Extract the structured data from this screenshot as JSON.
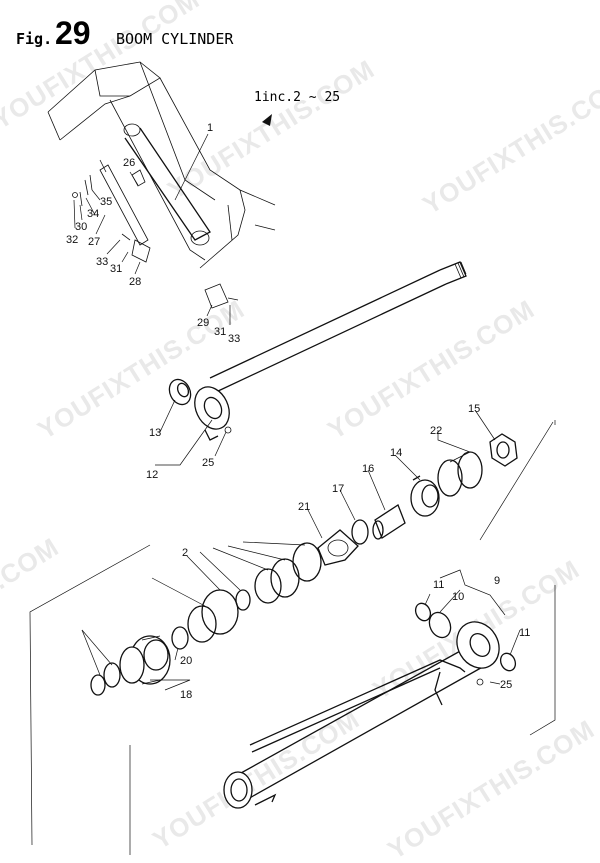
{
  "header": {
    "prefix": "Fig.",
    "number": "29",
    "title": "BOOM CYLINDER"
  },
  "note": "1inc.2 ~ 25",
  "watermark": "YOUFIXTHIS.COM",
  "watermark_partial": ".COM",
  "labels": {
    "p1": "1",
    "p2": "2",
    "p9": "9",
    "p10": "10",
    "p11a": "11",
    "p11b": "11",
    "p12": "12",
    "p13": "13",
    "p14": "14",
    "p15": "15",
    "p16": "16",
    "p17": "17",
    "p18": "18",
    "p20": "20",
    "p21": "21",
    "p22": "22",
    "p25a": "25",
    "p25b": "25",
    "p26": "26",
    "p27": "27",
    "p28": "28",
    "p29": "29",
    "p30": "30",
    "p31a": "31",
    "p31b": "31",
    "p32": "32",
    "p33a": "33",
    "p33b": "33",
    "p34": "34",
    "p35": "35"
  }
}
